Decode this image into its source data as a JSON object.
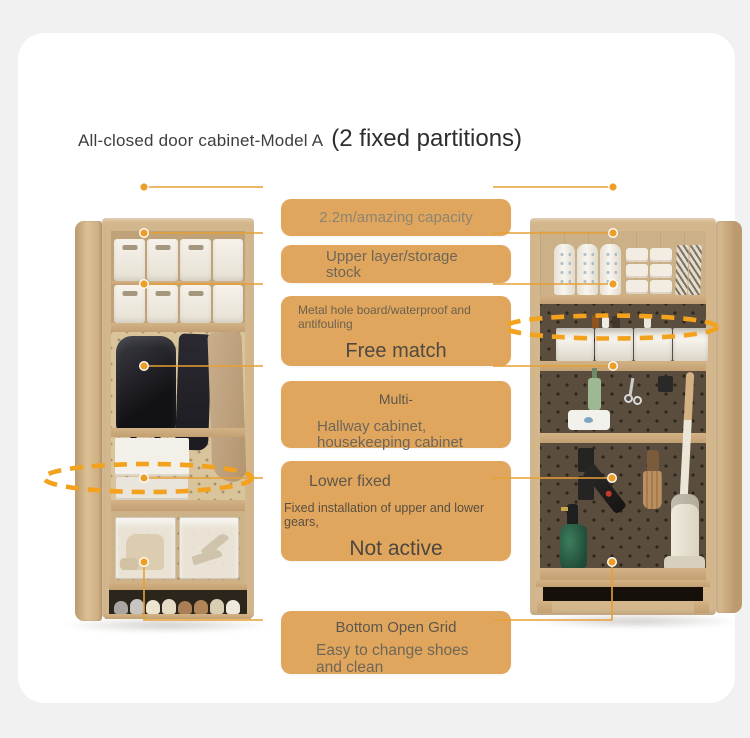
{
  "title": {
    "name": "All-closed door cabinet-Model A",
    "suffix": "(2 fixed partitions)"
  },
  "callouts": {
    "capacity": {
      "text": "2.2m/amazing capacity"
    },
    "upper_layer": {
      "line1": "Upper layer/storage",
      "line2": "stock"
    },
    "metal_board": {
      "small1": "Metal hole board/waterproof and",
      "small2": "antifouling",
      "big": "Free match"
    },
    "multi_use": {
      "head": "Multi-",
      "line1": "Hallway cabinet,",
      "line2": "housekeeping cabinet"
    },
    "lower_fixed": {
      "head": "Lower fixed",
      "small1": "Fixed installation of upper and lower",
      "small2": "gears,",
      "big": "Not active"
    },
    "bottom_grid": {
      "head": "Bottom Open Grid",
      "line1": "Easy to change shoes",
      "line2": "and clean"
    }
  },
  "colors": {
    "page_background": "#f1f1f2",
    "card_background": "#ffffff",
    "callout_background": "#e1a65d",
    "connector_line": "#e6a035",
    "connector_dot": "#ee9e27",
    "highlight_dash": "#f2a21c",
    "wood": "#d4b68c",
    "pegboard_light": "#d9c49c",
    "pegboard_dark": "#5b4d3e"
  }
}
